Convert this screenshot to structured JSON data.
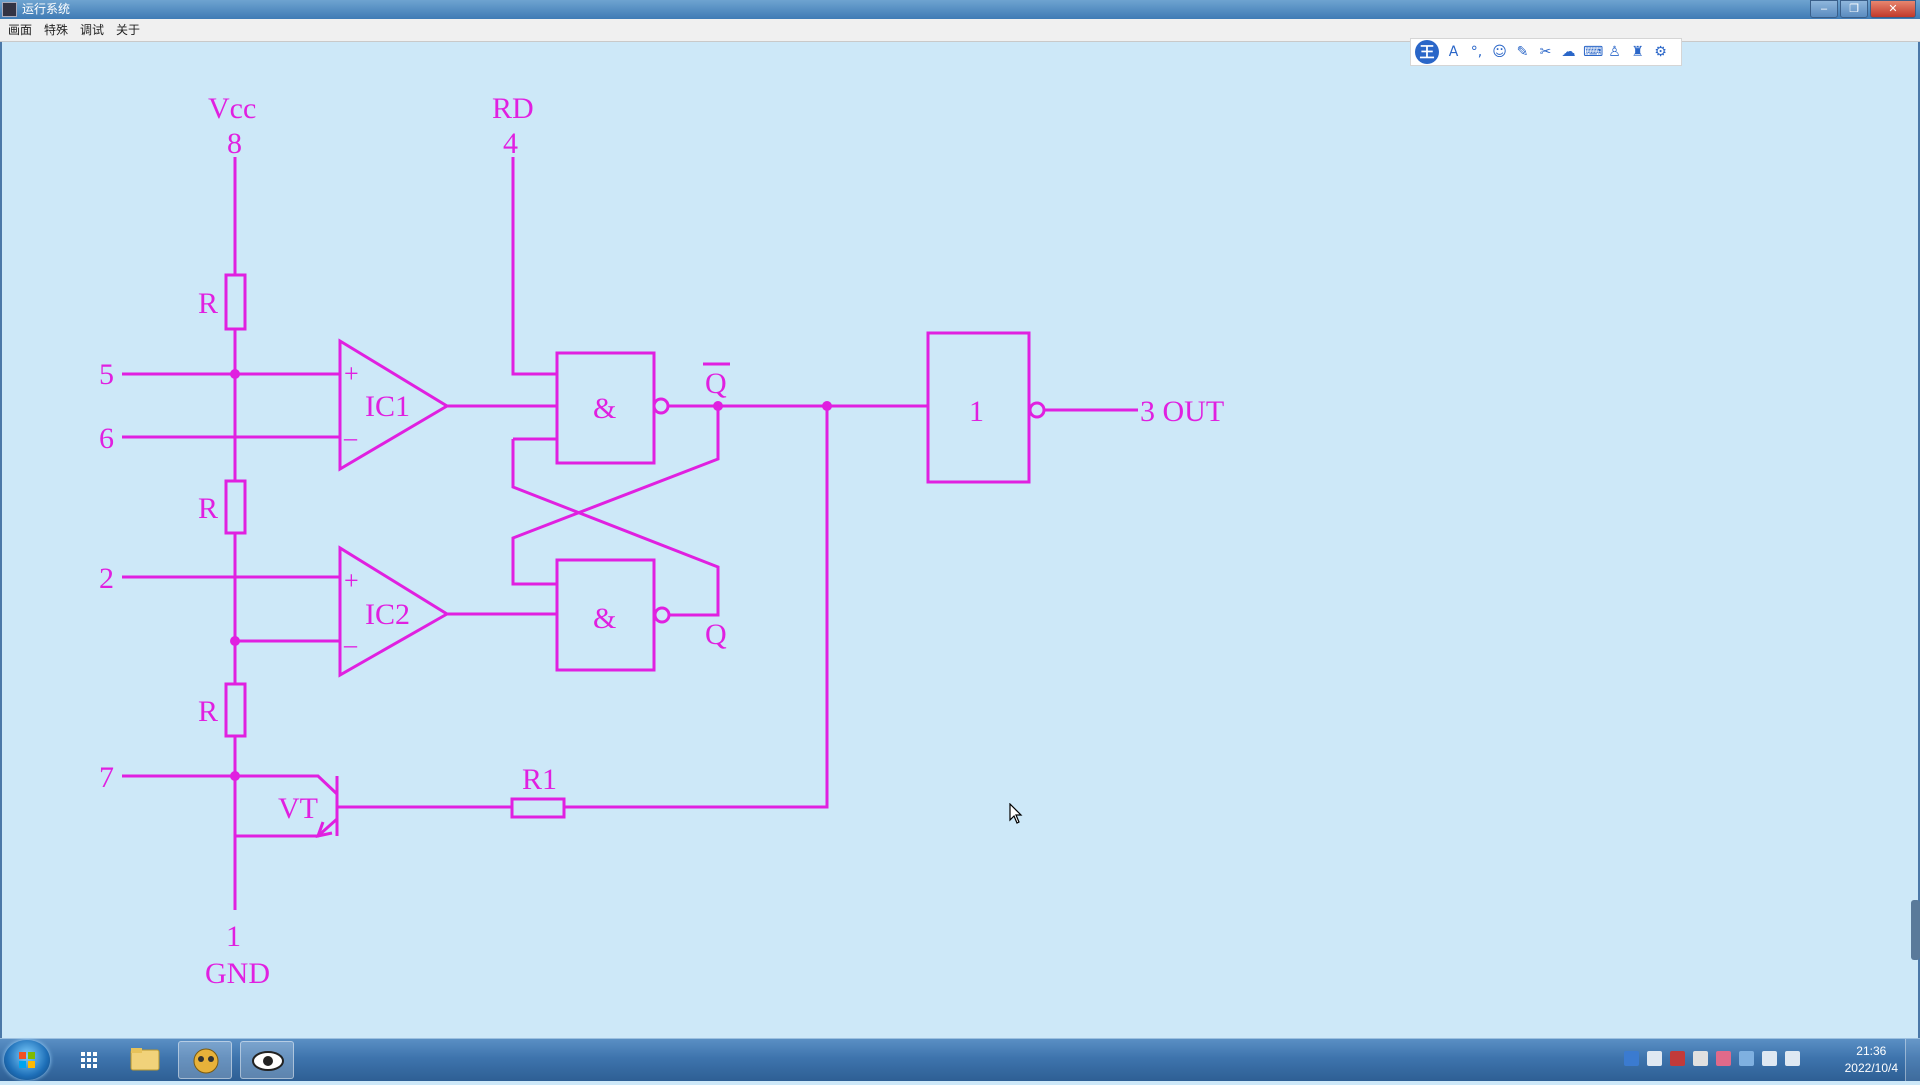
{
  "window": {
    "title": "运行系统",
    "controls": {
      "minimize": "–",
      "restore": "❐",
      "close": "✕"
    }
  },
  "menu": {
    "items": [
      "画面",
      "特殊",
      "调试",
      "关于"
    ]
  },
  "ime_toolbar": {
    "logo": "王",
    "icons": [
      "text-icon",
      "punct-icon",
      "emoji-icon",
      "pen-icon",
      "scissors-icon",
      "cloud-icon",
      "keyboard-icon",
      "user-icon",
      "skin-icon",
      "settings-icon"
    ],
    "glyphs": {
      "text-icon": "A",
      "punct-icon": "°,",
      "emoji-icon": "☺",
      "pen-icon": "✎",
      "scissors-icon": "✂",
      "cloud-icon": "☁",
      "keyboard-icon": "⌨",
      "user-icon": "♙",
      "skin-icon": "♜",
      "settings-icon": "⚙"
    }
  },
  "diagram": {
    "color": "#e020e0",
    "labels": {
      "vcc": "Vcc",
      "pin8": "8",
      "rd": "RD",
      "pin4": "4",
      "r_top": "R",
      "r_mid": "R",
      "r_bot": "R",
      "pin5": "5",
      "pin6": "6",
      "pin2": "2",
      "pin7": "7",
      "pin1": "1",
      "gnd": "GND",
      "ic1": "IC1",
      "ic2": "IC2",
      "plus": "+",
      "minus": "–",
      "nand": "&",
      "qbar": "Q",
      "q": "Q",
      "not_gate": "1",
      "out": "3 OUT",
      "r1": "R1",
      "vt": "VT"
    }
  },
  "taskbar": {
    "clock_time": "21:36",
    "clock_date": "2022/10/4",
    "items": [
      "start-button",
      "apps-grid",
      "file-explorer",
      "app-runtime",
      "app-viewer"
    ]
  }
}
